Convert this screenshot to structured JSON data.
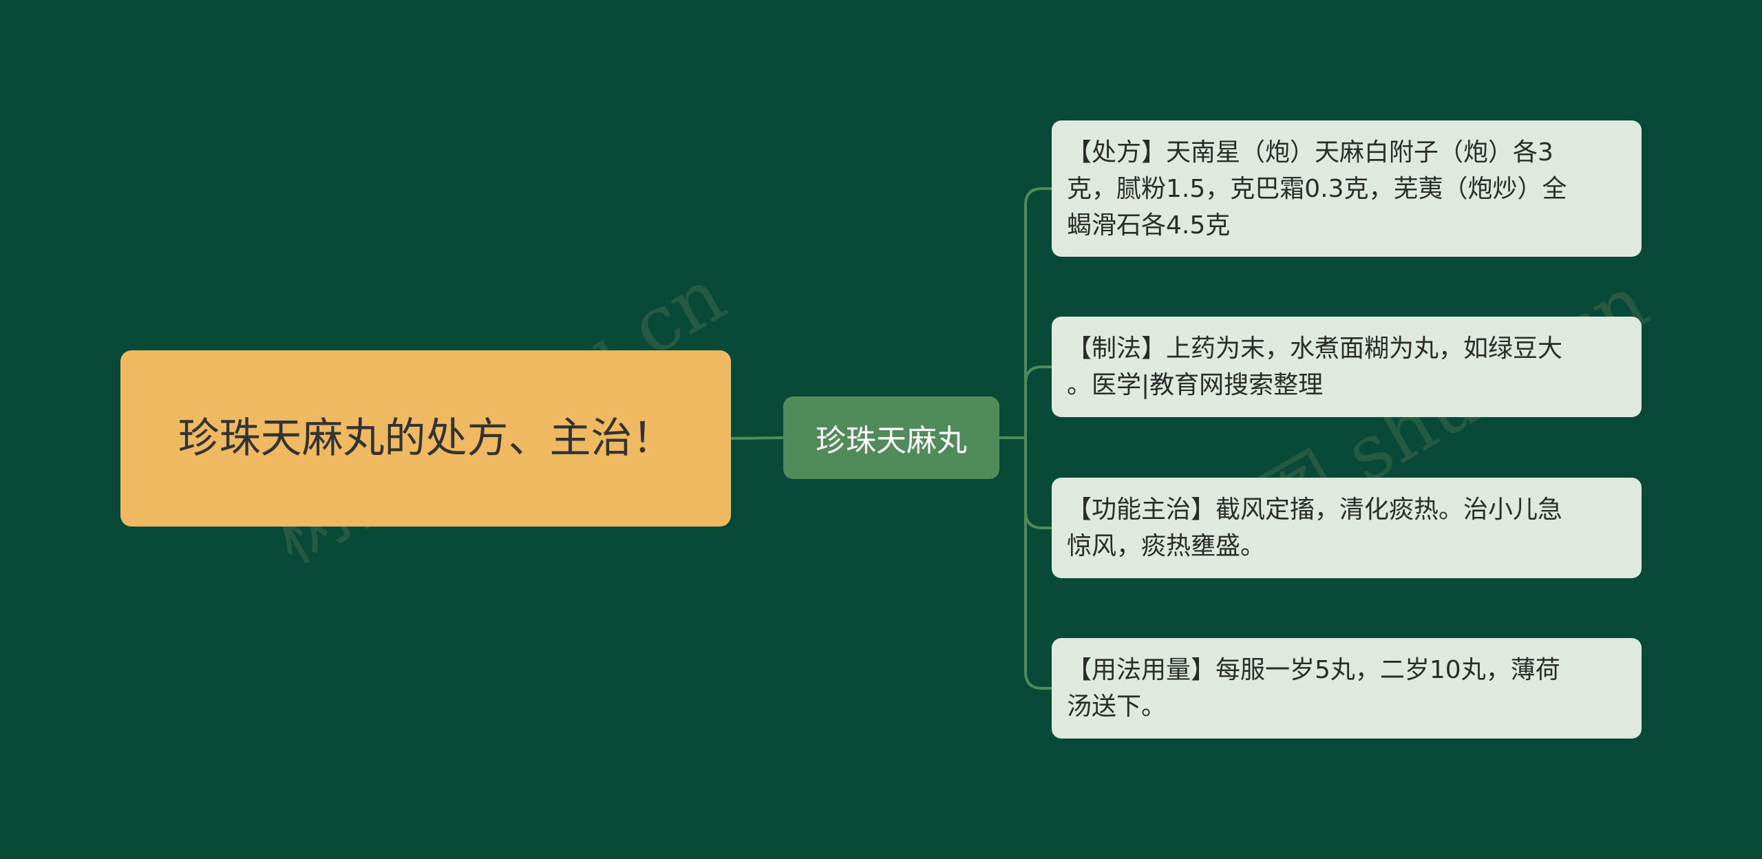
{
  "colors": {
    "background": "#084a37",
    "root_fill": "#efb961",
    "main_fill": "#4f8c59",
    "leaf_fill": "#dfe9df",
    "connector": "#4f8c59"
  },
  "root": {
    "label": "珍珠天麻丸的处方、主治！"
  },
  "main": {
    "label": "珍珠天麻丸"
  },
  "branches": [
    {
      "label": "【处方】天南星（炮）天麻白附子（炮）各3\n克，腻粉1.5，克巴霜0.3克，芜荑（炮炒）全\n蝎滑石各4.5克"
    },
    {
      "label": "【制法】上药为末，水煮面糊为丸，如绿豆大\n。医学|教育网搜索整理"
    },
    {
      "label": "【功能主治】截风定搐，清化痰热。治小儿急\n惊风，痰热壅盛。"
    },
    {
      "label": "【用法用量】每服一岁5丸，二岁10丸，薄荷\n汤送下。"
    }
  ],
  "watermarks": [
    "树图 shutu.cn",
    "树图 shutu.cn"
  ]
}
